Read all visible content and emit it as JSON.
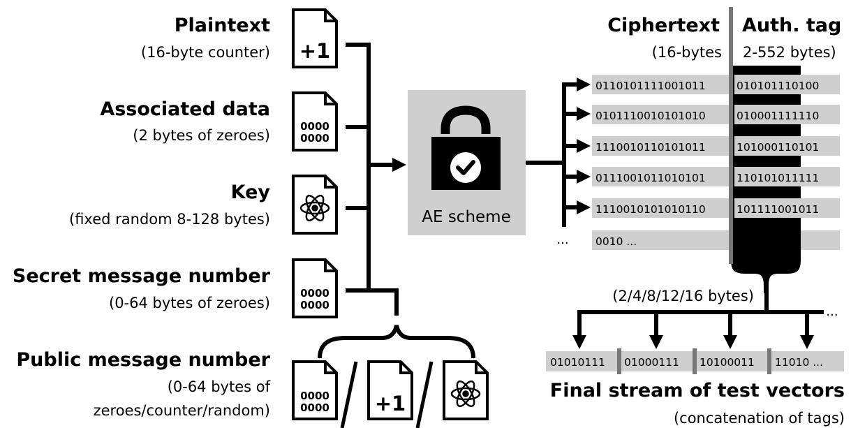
{
  "inputs": [
    {
      "title": "Plaintext",
      "sub": "(16-byte counter)",
      "icon": "counter-doc-icon",
      "icon_text": "+1"
    },
    {
      "title": "Associated data",
      "sub": "(2 bytes of zeroes)",
      "icon": "zeros-doc-icon",
      "icon_text": "0000"
    },
    {
      "title": "Key",
      "sub": "(fixed random 8-128 bytes)",
      "icon": "atom-doc-icon",
      "icon_text": ""
    },
    {
      "title": "Secret message number",
      "sub": "(0-64 bytes of zeroes)",
      "icon": "zeros-doc-icon",
      "icon_text": "0000"
    },
    {
      "title": "Public message number",
      "sub1": "(0-64 bytes of",
      "sub2": "zeroes/counter/random)",
      "icon": "multi-doc-icon"
    }
  ],
  "scheme": {
    "label": "AE scheme",
    "icon": "padlock-check-icon"
  },
  "output": {
    "ciphertext_title": "Ciphertext",
    "ciphertext_sub": "(16-bytes",
    "tag_title": "Auth. tag",
    "tag_sub": "2-552 bytes)",
    "rows": [
      {
        "cipher": "0110101111001011",
        "tag": "010101110100"
      },
      {
        "cipher": "0101110010101010",
        "tag": "010001111110"
      },
      {
        "cipher": "1110010110101011",
        "tag": "101000110101"
      },
      {
        "cipher": "0111001011010101",
        "tag": "110101011111"
      },
      {
        "cipher": "1110010101010110",
        "tag": "101111001011"
      }
    ],
    "last_row": "0010 ...",
    "ellipsis": "...",
    "tag_sizes": "(2/4/8/12/16 bytes)",
    "stream_ellipsis": "...",
    "stream_segments": [
      "01010111",
      "01000111",
      "10100011",
      "11010 ..."
    ],
    "final_title": "Final stream of test vectors",
    "final_sub": "(concatenation of tags)"
  },
  "colors": {
    "box": "#cfcfcf",
    "divider": "#777777",
    "black": "#000000"
  }
}
